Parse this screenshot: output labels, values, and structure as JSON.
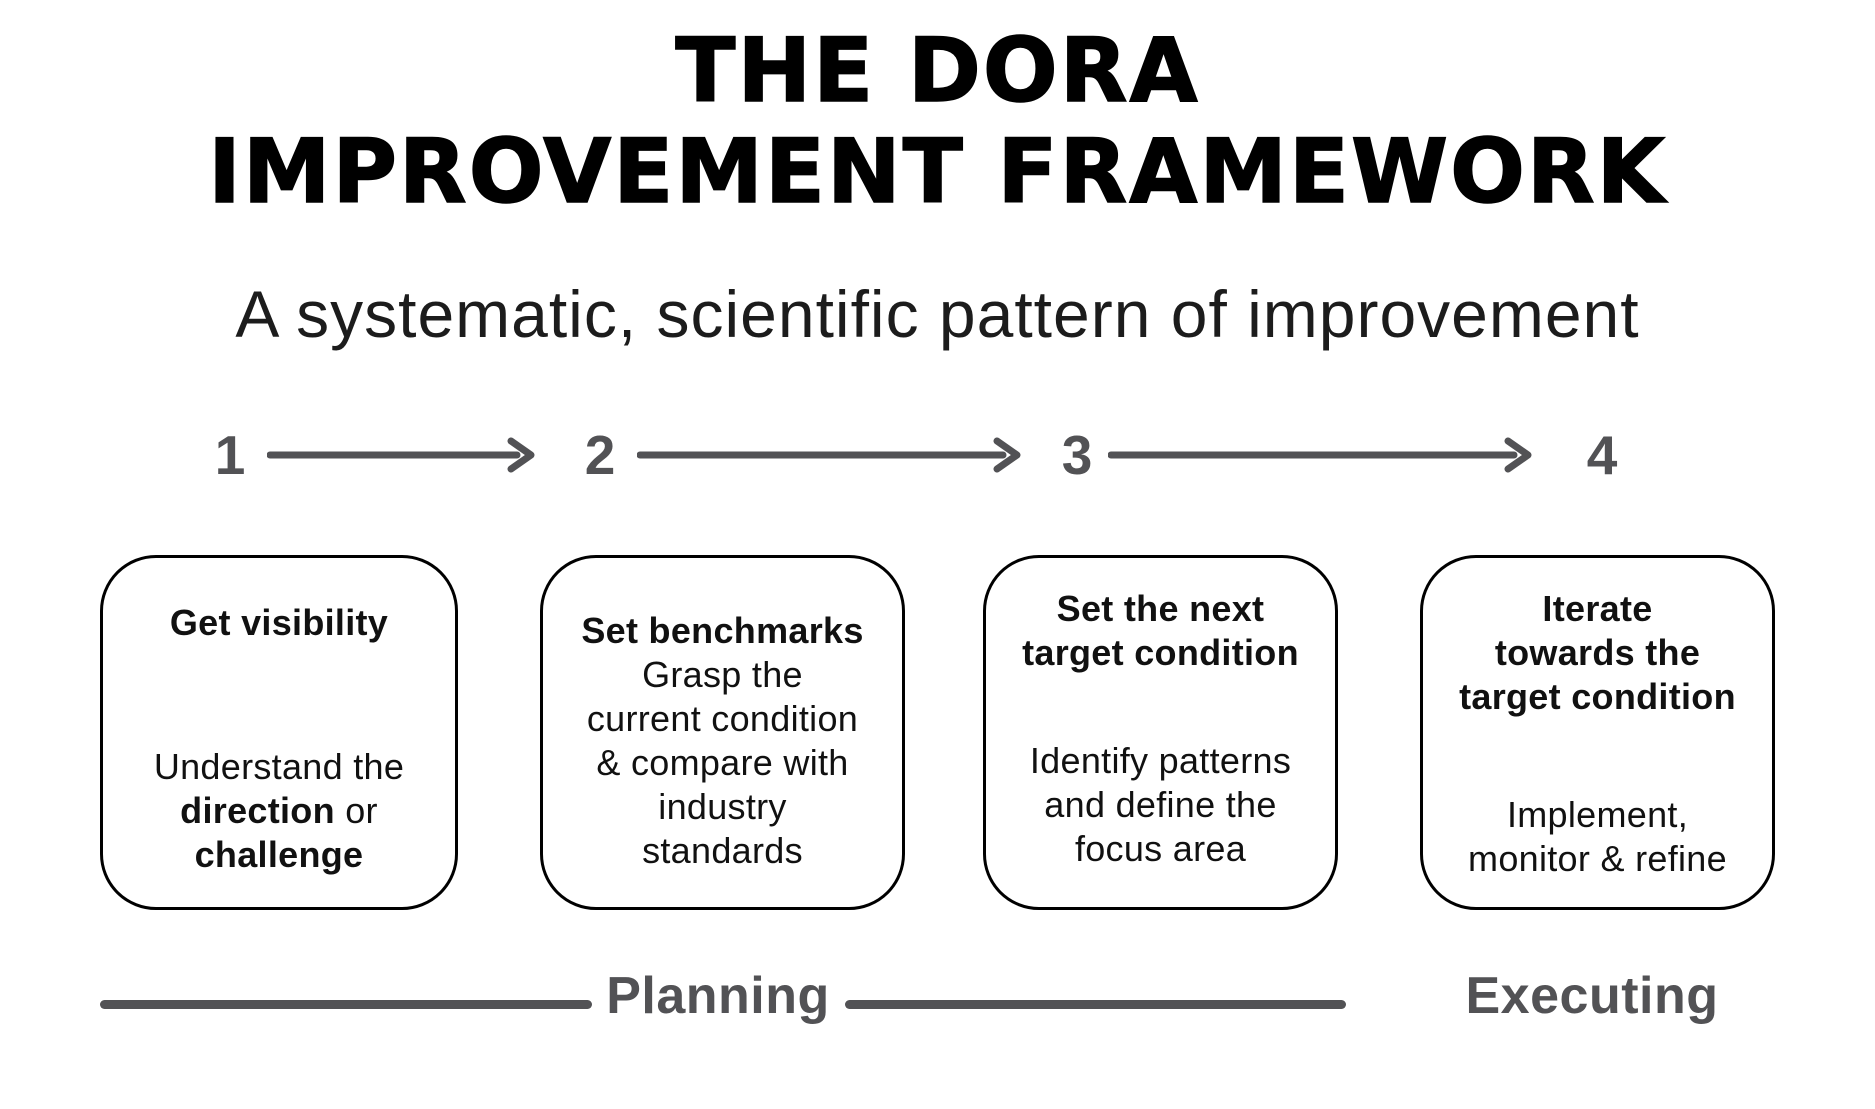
{
  "title": {
    "line1": "THE DORA",
    "line2": "IMPROVEMENT FRAMEWORK"
  },
  "subtitle": "A systematic, scientific pattern of improvement",
  "steps": [
    {
      "number": "1",
      "heading_lines": [
        "Get visibility"
      ],
      "body_lines": [
        [
          {
            "t": "Understand the",
            "b": false
          }
        ],
        [
          {
            "t": "direction",
            "b": true
          },
          {
            "t": " or",
            "b": false
          }
        ],
        [
          {
            "t": "challenge",
            "b": true
          }
        ]
      ]
    },
    {
      "number": "2",
      "heading_lines": [
        "Set benchmarks"
      ],
      "body_lines": [
        [
          {
            "t": "Grasp the",
            "b": false
          }
        ],
        [
          {
            "t": "current condition",
            "b": false
          }
        ],
        [
          {
            "t": "& compare with",
            "b": false
          }
        ],
        [
          {
            "t": "industry",
            "b": false
          }
        ],
        [
          {
            "t": "standards",
            "b": false
          }
        ]
      ]
    },
    {
      "number": "3",
      "heading_lines": [
        "Set the next",
        "target condition"
      ],
      "body_lines": [
        [
          {
            "t": "Identify patterns",
            "b": false
          }
        ],
        [
          {
            "t": "and define the",
            "b": false
          }
        ],
        [
          {
            "t": "focus area",
            "b": false
          }
        ]
      ]
    },
    {
      "number": "4",
      "heading_lines": [
        "Iterate",
        "towards the",
        "target condition"
      ],
      "body_lines": [
        [
          {
            "t": "Implement,",
            "b": false
          }
        ],
        [
          {
            "t": "monitor & refine",
            "b": false
          }
        ]
      ]
    }
  ],
  "phases": [
    {
      "label": "Planning"
    },
    {
      "label": "Executing"
    }
  ],
  "colors": {
    "gray": "#525255",
    "ink": "#000000",
    "card_ink": "#111111",
    "bg": "#ffffff"
  }
}
